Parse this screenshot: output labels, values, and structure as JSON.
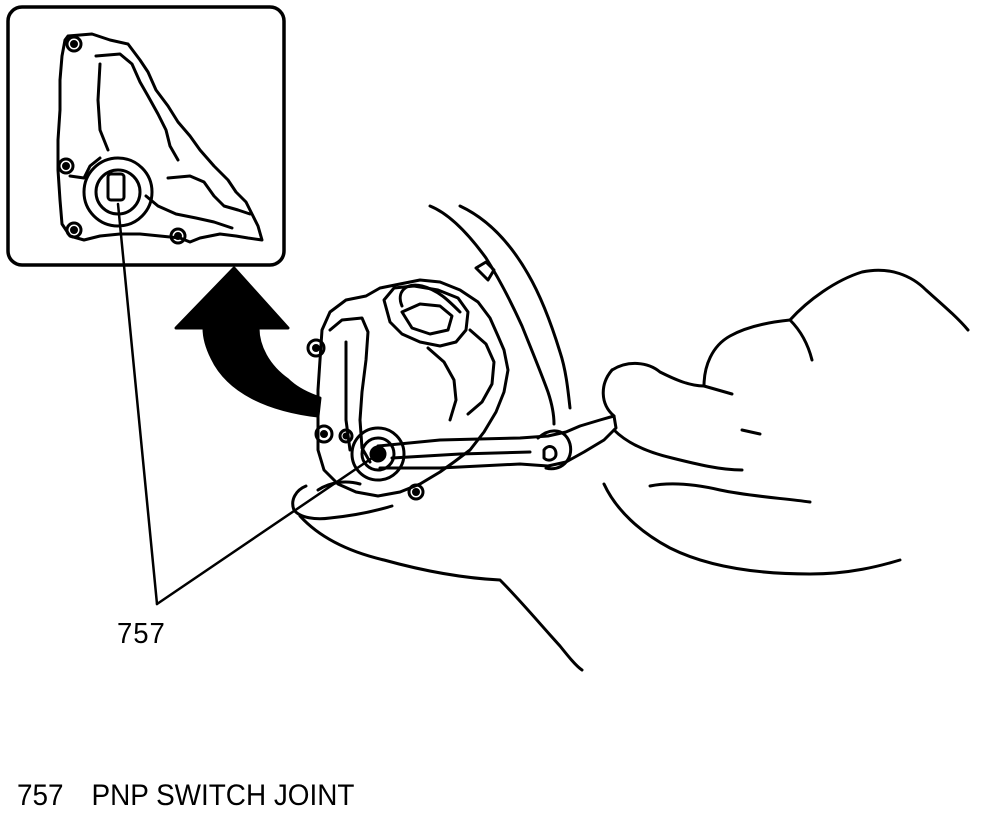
{
  "diagram": {
    "callout_label": "757",
    "legend": {
      "number": "757",
      "description": "PNP SWITCH JOINT"
    },
    "colors": {
      "ink": "#000000",
      "paper": "#ffffff"
    }
  }
}
